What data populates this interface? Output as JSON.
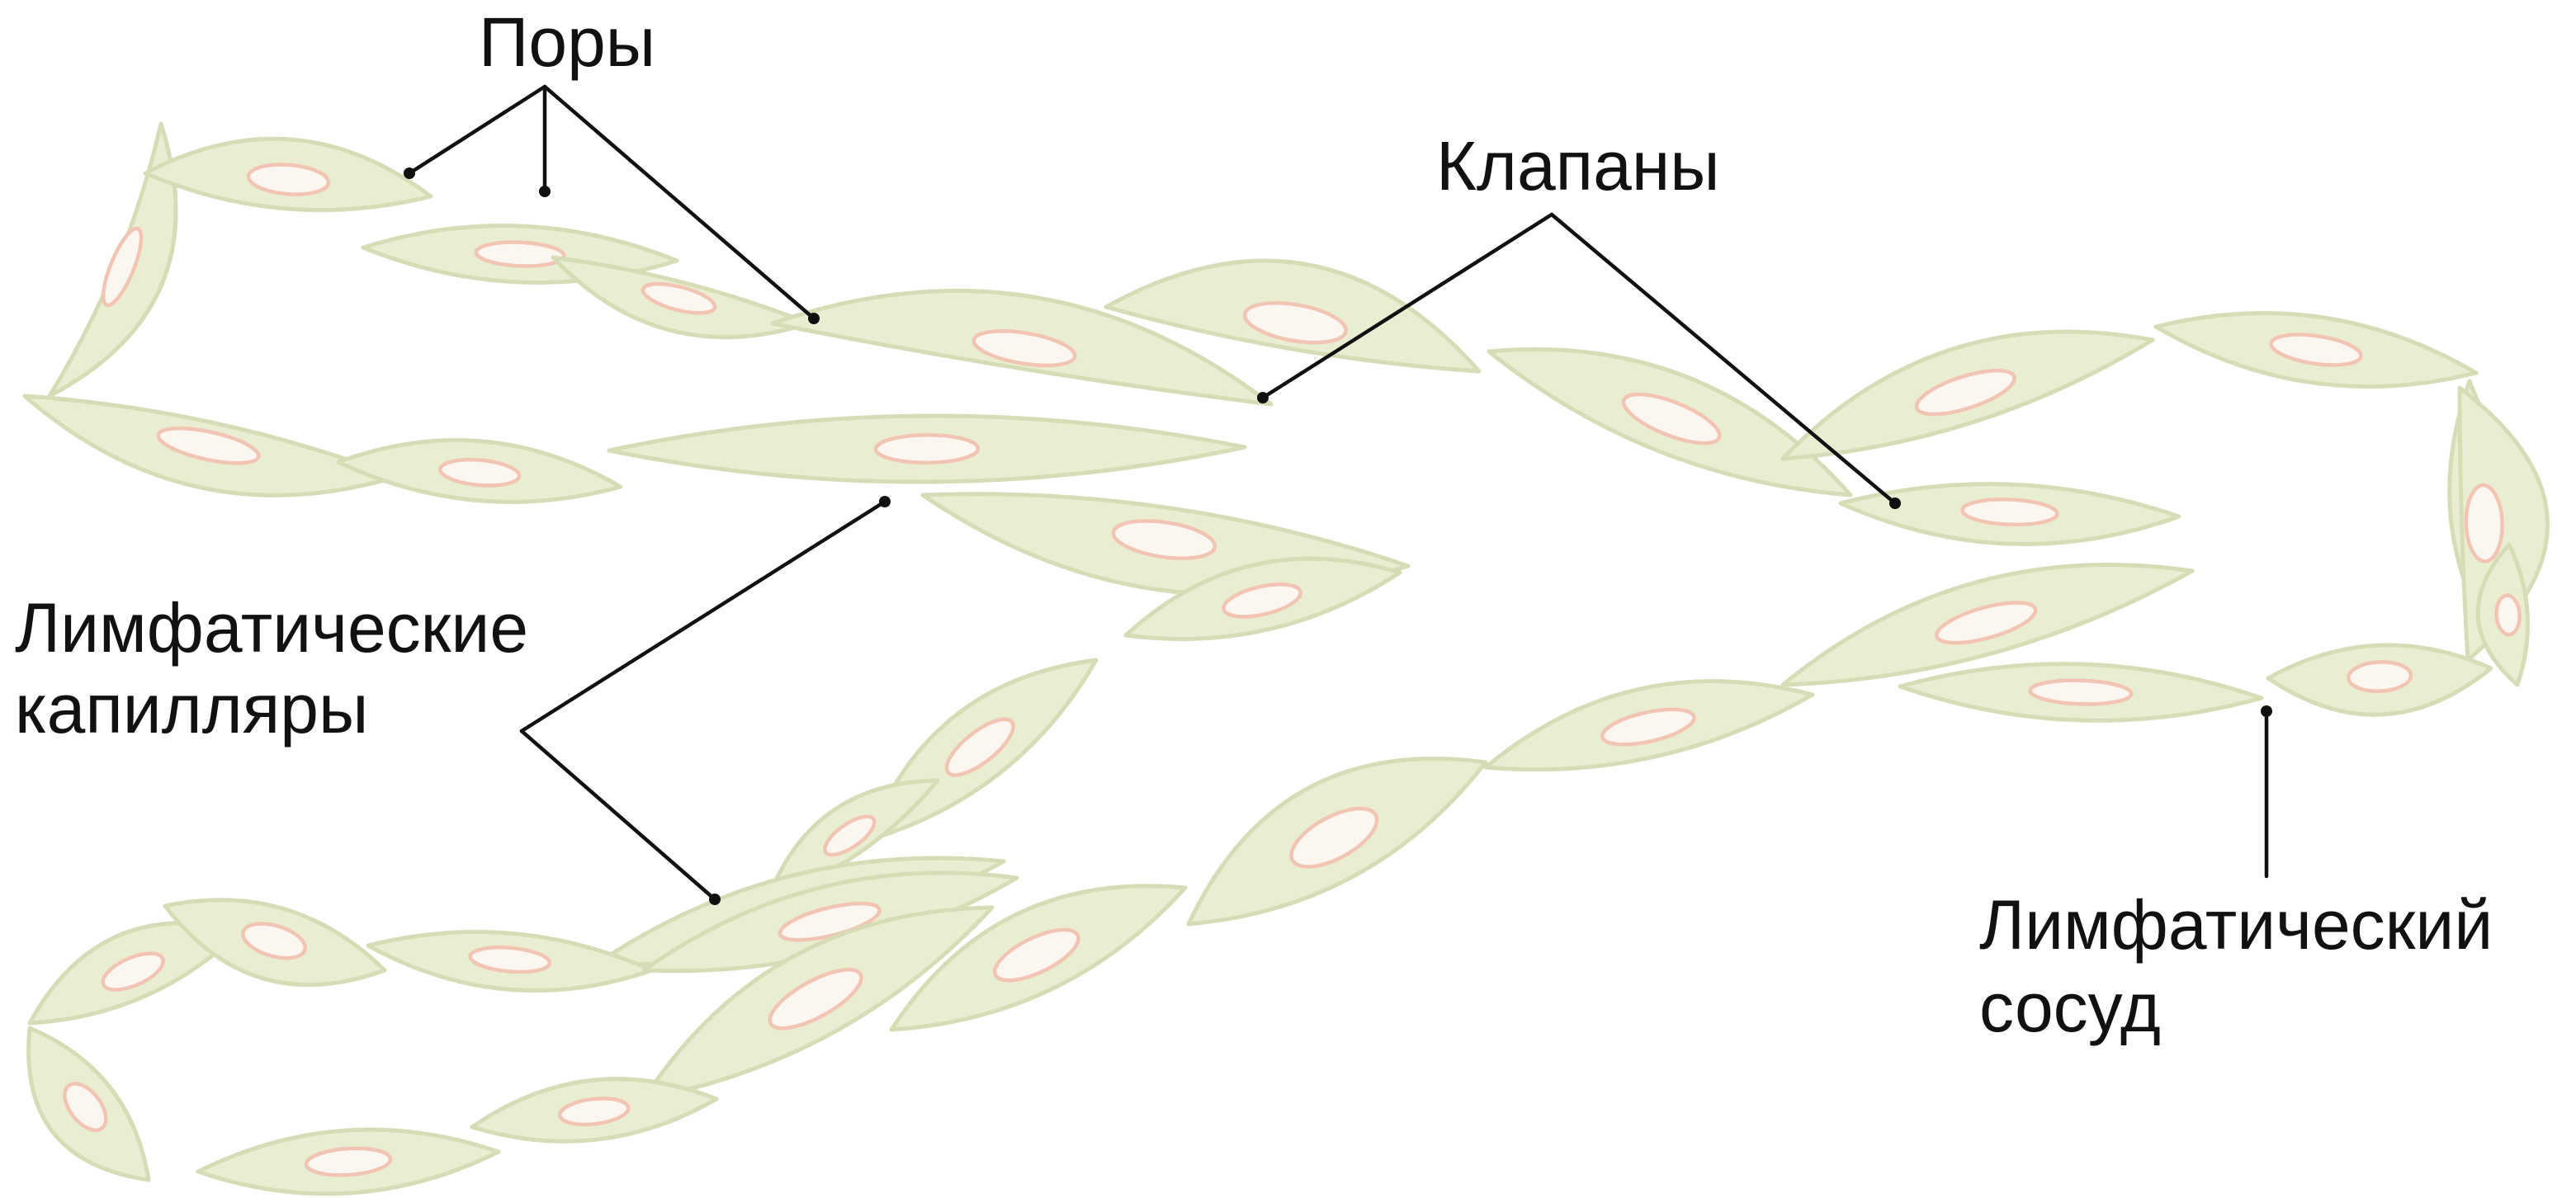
{
  "labels": {
    "pores": "Поры",
    "valves": "Клапаны",
    "capillaries_line1": "Лимфатические",
    "capillaries_line2": "капилляры",
    "vessel_line1": "Лимфатический",
    "vessel_line2": "сосуд"
  },
  "colors": {
    "cell_fill": "#e9eed2",
    "cell_outline": "#d6ddb6",
    "nucleus_fill": "#fcf6f0",
    "nucleus_outline": "#f2c4b4",
    "leader_line": "#111111"
  }
}
